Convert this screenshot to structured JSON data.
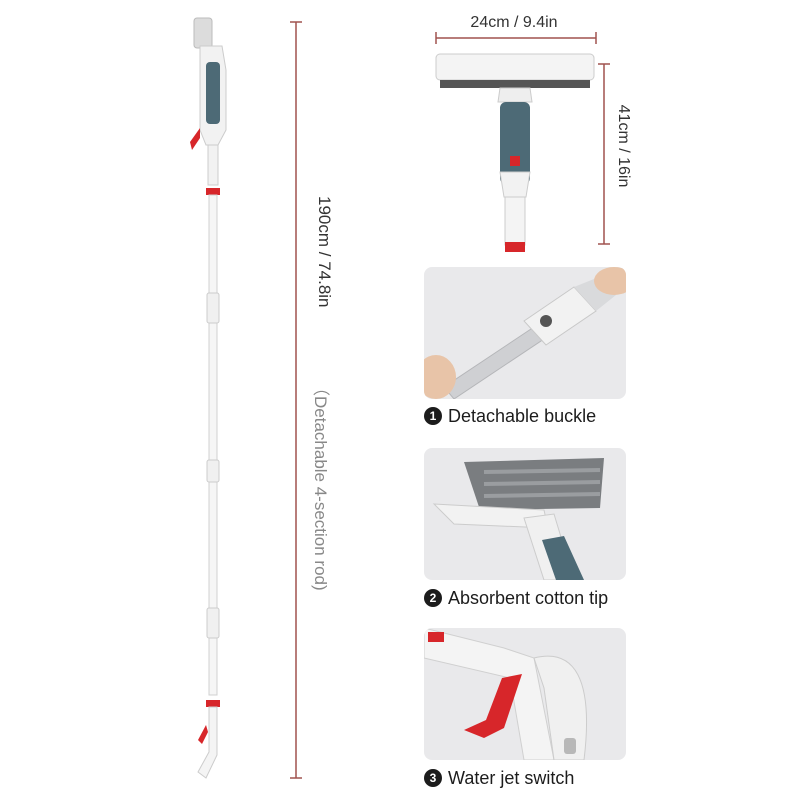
{
  "dimensions": {
    "total_length": "190cm / 74.8in",
    "rod_note": "（Detachable 4-section rod)",
    "head_width": "24cm / 9.4in",
    "head_height": "41cm / 16in"
  },
  "features": [
    {
      "number": "1",
      "label": "Detachable buckle"
    },
    {
      "number": "2",
      "label": "Absorbent cotton tip"
    },
    {
      "number": "3",
      "label": "Water jet switch"
    }
  ],
  "colors": {
    "accent_red": "#d7262a",
    "tank_teal": "#4d6a76",
    "body_white": "#f4f4f4",
    "dimension_line": "#a0524f",
    "card_bg": "#e9e9eb"
  }
}
